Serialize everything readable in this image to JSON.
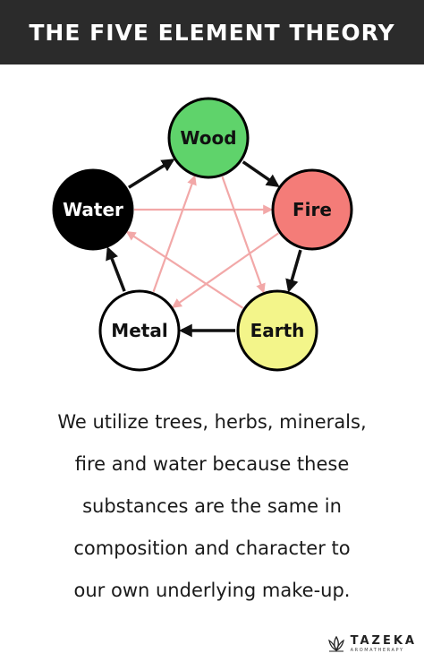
{
  "header": {
    "title": "THE FIVE ELEMENT THEORY"
  },
  "diagram": {
    "nodes": [
      {
        "id": "wood",
        "label": "Wood",
        "fill": "#5fd36b",
        "text_color": "#111111"
      },
      {
        "id": "fire",
        "label": "Fire",
        "fill": "#f47c78",
        "text_color": "#111111"
      },
      {
        "id": "earth",
        "label": "Earth",
        "fill": "#f3f58a",
        "text_color": "#111111"
      },
      {
        "id": "metal",
        "label": "Metal",
        "fill": "#ffffff",
        "text_color": "#111111"
      },
      {
        "id": "water",
        "label": "Water",
        "fill": "#000000",
        "text_color": "#ffffff"
      }
    ],
    "generating_cycle": [
      [
        "wood",
        "fire"
      ],
      [
        "fire",
        "earth"
      ],
      [
        "earth",
        "metal"
      ],
      [
        "metal",
        "water"
      ],
      [
        "water",
        "wood"
      ]
    ],
    "controlling_cycle": [
      [
        "wood",
        "earth"
      ],
      [
        "earth",
        "water"
      ],
      [
        "water",
        "fire"
      ],
      [
        "fire",
        "metal"
      ],
      [
        "metal",
        "wood"
      ]
    ],
    "colors": {
      "generating_arrow": "#111111",
      "controlling_arrow": "#f2a8a8",
      "node_outline": "#000000"
    }
  },
  "body": {
    "lines": [
      "We utilize trees, herbs, minerals,",
      "fire and water because these",
      "substances are the same in",
      "composition and character to",
      "our own underlying make-up."
    ]
  },
  "brand": {
    "name": "TAZEKA",
    "tagline": "AROMATHERAPY",
    "logo_icon": "lotus-icon"
  }
}
